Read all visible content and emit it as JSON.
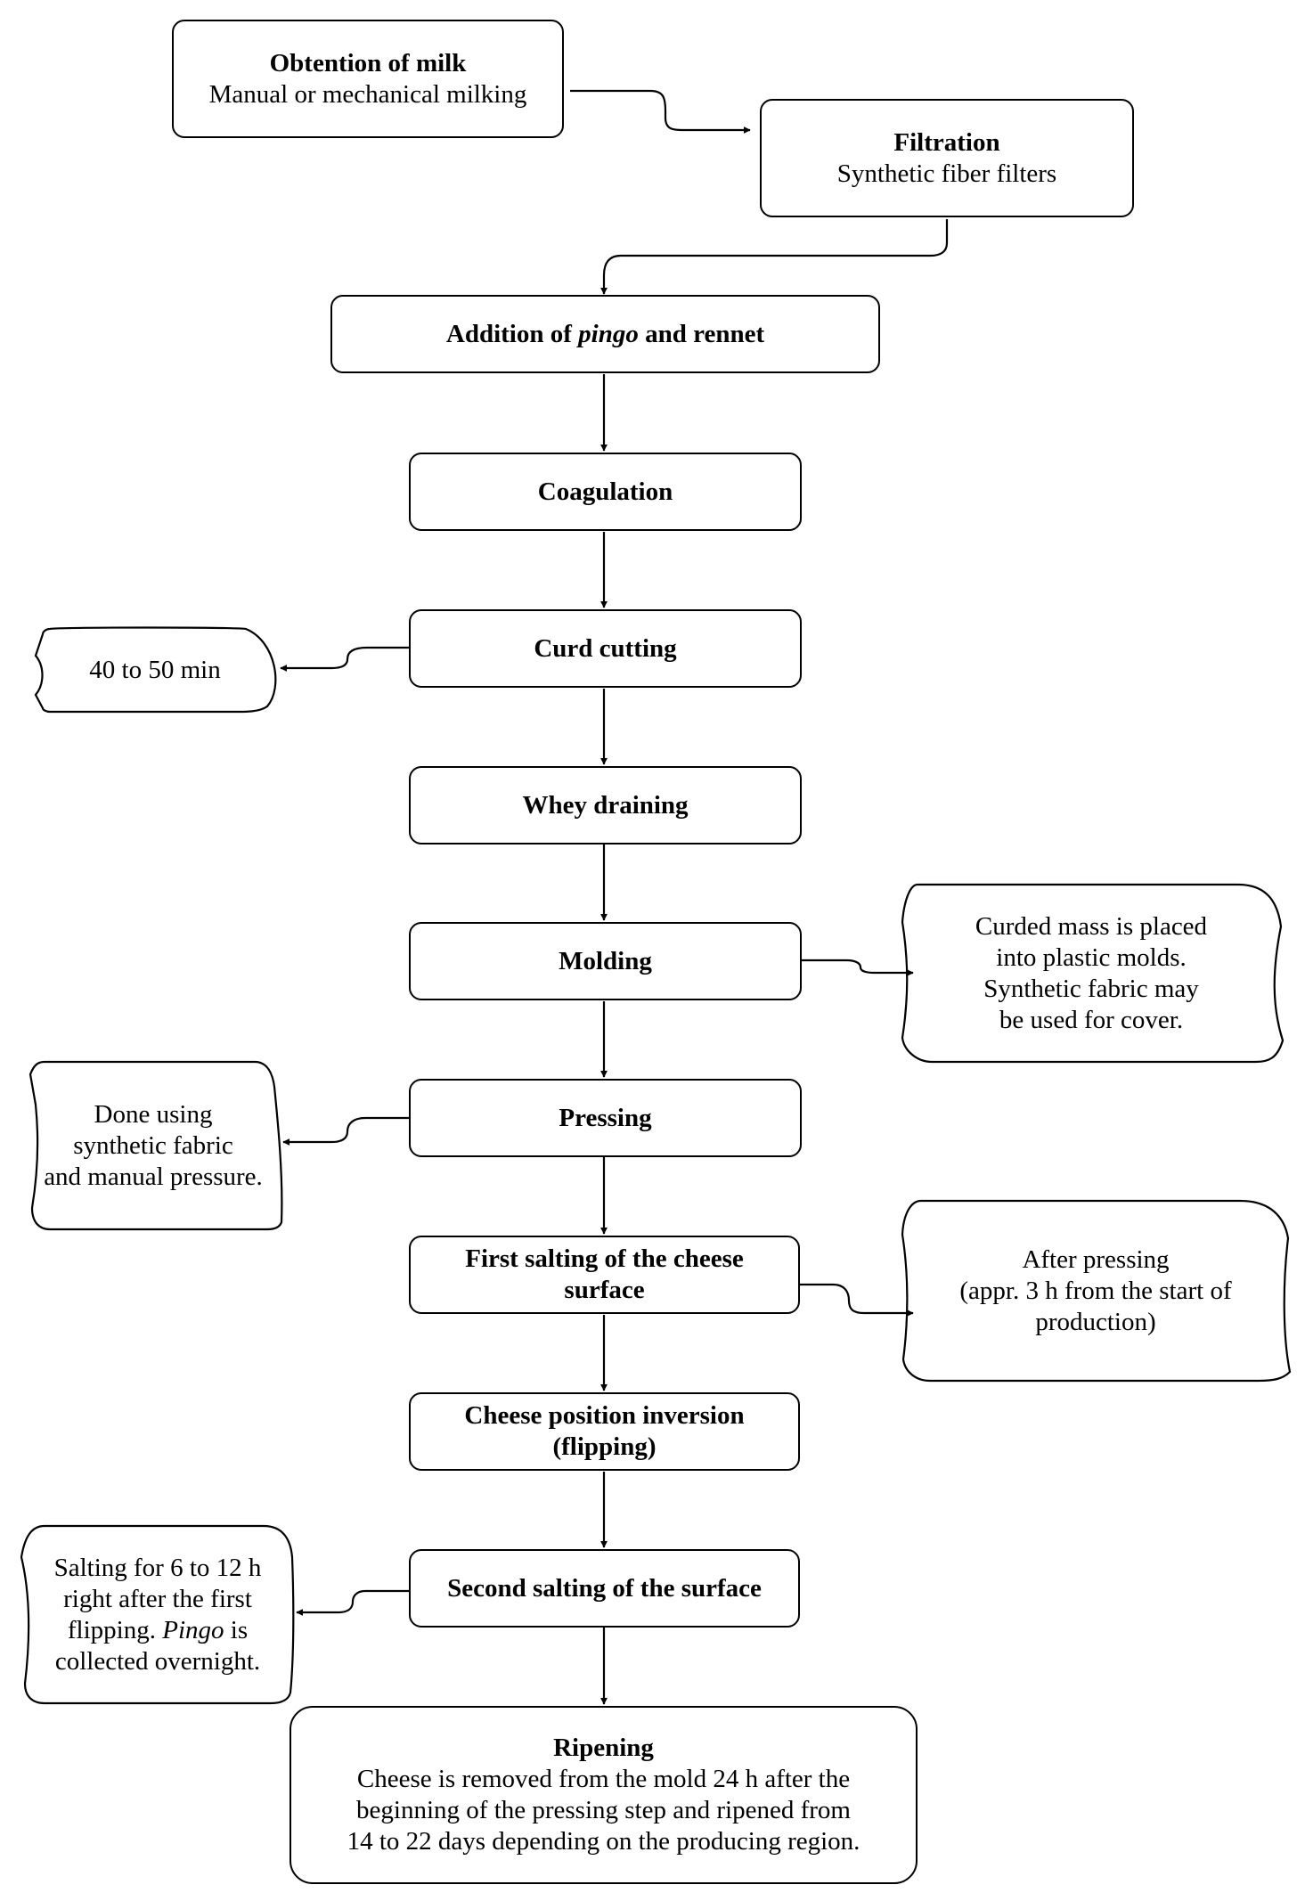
{
  "steps": {
    "obtention": {
      "title": "Obtention of milk",
      "subtitle": "Manual or mechanical milking"
    },
    "filtration": {
      "title": "Filtration",
      "subtitle": "Synthetic fiber filters"
    },
    "addition": {
      "title_pre": "Addition of ",
      "title_em": "pingo",
      "title_post": " and rennet"
    },
    "coagulation": {
      "title": "Coagulation"
    },
    "curd_cutting": {
      "title": "Curd cutting"
    },
    "whey_draining": {
      "title": "Whey draining"
    },
    "molding": {
      "title": "Molding"
    },
    "pressing": {
      "title": "Pressing"
    },
    "first_salting": {
      "line1": "First salting of the cheese",
      "line2": "surface"
    },
    "inversion": {
      "line1": "Cheese position inversion",
      "line2": "(flipping)"
    },
    "second_salting": {
      "title": "Second salting of the surface"
    },
    "ripening": {
      "title": "Ripening",
      "lines": [
        "Cheese is removed from the mold 24 h after the",
        "beginning of the pressing step and ripened from",
        "14 to 22 days depending on the producing region."
      ]
    }
  },
  "notes": {
    "cutting_time": {
      "text": "40 to 50 min"
    },
    "molding_note": {
      "lines": [
        "Curded mass is placed",
        "into plastic molds.",
        "Synthetic fabric may",
        "be used for cover."
      ]
    },
    "pressing_note": {
      "lines": [
        "Done using",
        "synthetic fabric",
        "and manual pressure."
      ]
    },
    "first_salting_note": {
      "lines": [
        "After pressing",
        "(appr. 3 h from the start of",
        "production)"
      ]
    },
    "second_salting_note": {
      "line1": "Salting for 6 to 12 h",
      "line2": "right after the first",
      "line3_pre": "flipping. ",
      "line3_em": "Pingo",
      "line3_post": " is",
      "line4": "collected overnight."
    }
  }
}
